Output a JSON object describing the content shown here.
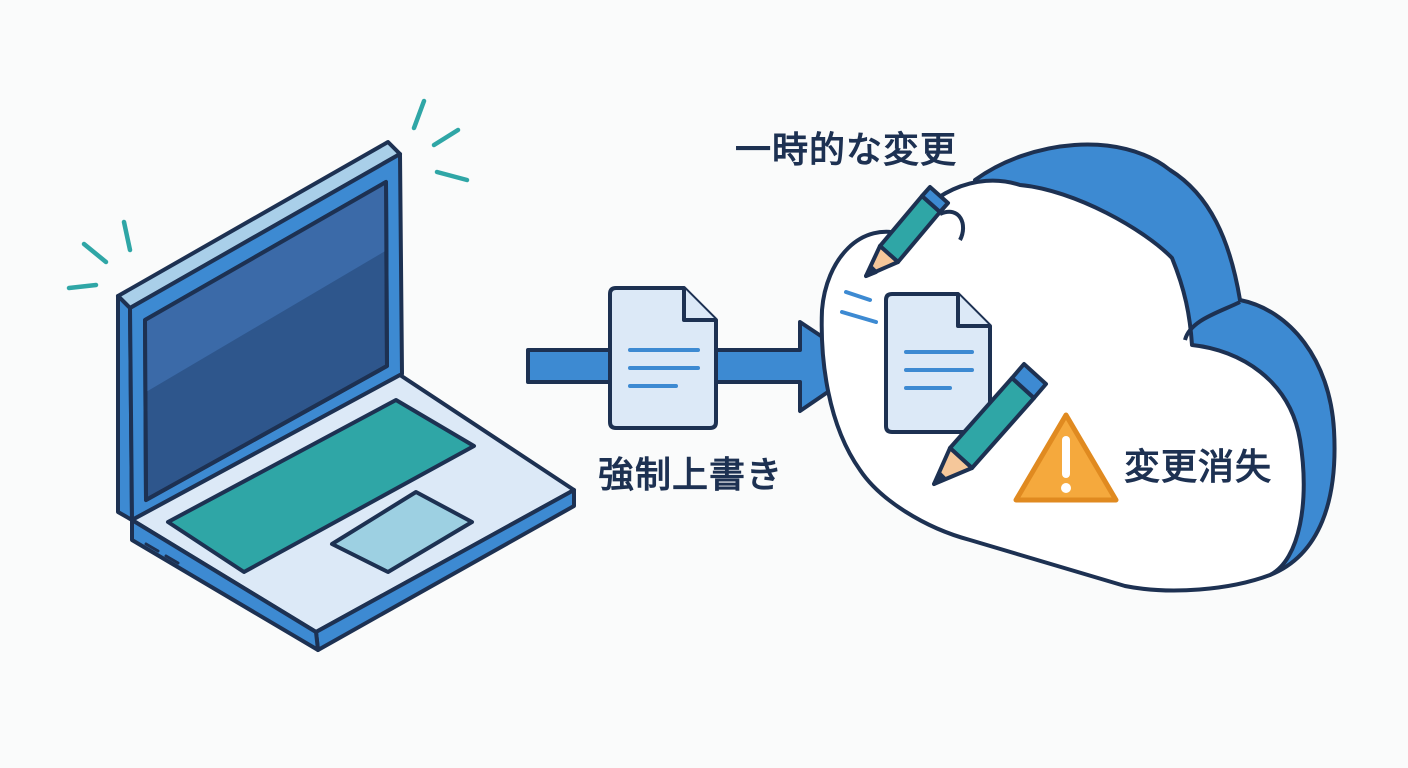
{
  "labels": {
    "temporary_change": "一時的な変更",
    "force_overwrite": "強制上書き",
    "change_lost": "変更消失"
  },
  "icons": [
    "laptop-icon",
    "document-icon",
    "arrow-right-icon",
    "cloud-icon",
    "pencil-icon",
    "warning-icon"
  ],
  "colors": {
    "outline": "#1d3152",
    "blue": "#3d8ad2",
    "light_blue": "#dce9f7",
    "teal": "#2fa6a6",
    "screen_dark": "#2e568c",
    "warning": "#f5a93d"
  }
}
